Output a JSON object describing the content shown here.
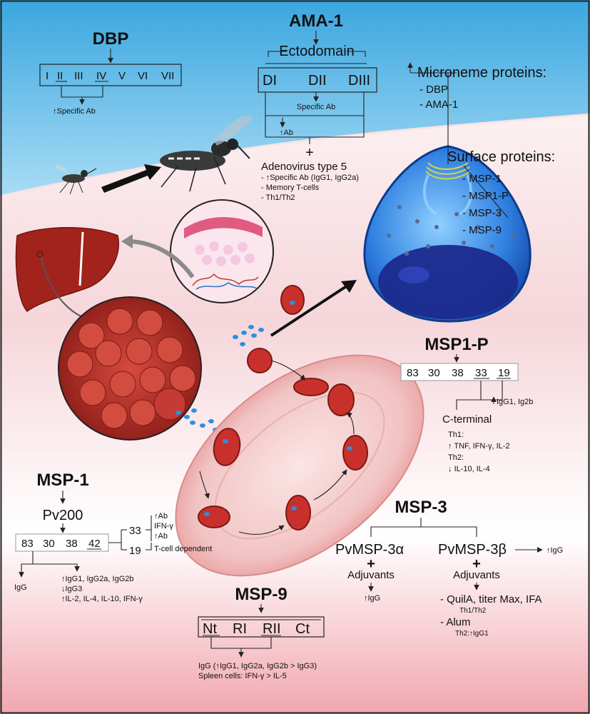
{
  "dbp": {
    "title": "DBP",
    "domains": [
      "I",
      "II",
      "III",
      "IV",
      "V",
      "VI",
      "VII"
    ],
    "note": "Specific Ab"
  },
  "ama1": {
    "title": "AMA-1",
    "ectodomain": "Ectodomain",
    "domains": [
      "DI",
      "DII",
      "DIII"
    ],
    "specific_ab": "Specific Ab",
    "ab": "Ab",
    "plus": "+",
    "adeno": "Adenovirus type 5",
    "effects": [
      "- ↑Specific Ab (IgG1, IgG2a)",
      "- Memory T-cells",
      "- Th1/Th2"
    ]
  },
  "microneme": {
    "title": "Microneme proteins:",
    "items": [
      "- DBP",
      "- AMA-1"
    ]
  },
  "surface": {
    "title": "Surface proteins:",
    "items": [
      "- MSP-1",
      "- MSP1-P",
      "- MSP-3",
      "- MSP-9"
    ]
  },
  "msp1p": {
    "title": "MSP1-P",
    "segments": [
      "83",
      "30",
      "38",
      "33",
      "19"
    ],
    "ig": "IgG1, Ig2b",
    "cterm": "C-terminal",
    "th1": "Th1:",
    "th1_items": "TNF, IFN-γ, IL-2",
    "th2": "Th2:",
    "th2_items": "IL-10, IL-4"
  },
  "msp1": {
    "title": "MSP-1",
    "pv200": "Pv200",
    "segments": [
      "83",
      "30",
      "38",
      "42"
    ],
    "sub33": "33",
    "sub19": "19",
    "ab1": "Ab",
    "ifn": "IFN-γ",
    "ab2": "Ab",
    "tcell": "T-cell dependent",
    "igg": "IgG",
    "effects": [
      "IgG1, IgG2a, IgG2b",
      "IgG3",
      "IL-2, IL-4, IL-10, IFN-γ"
    ]
  },
  "msp3": {
    "title": "MSP-3",
    "alpha": "PvMSP-3α",
    "beta": "PvMSP-3β",
    "plus": "+",
    "adjuvants": "Adjuvants",
    "alpha_igg": "IgG",
    "beta_igg": "IgG",
    "quila": "- QuilA, titer Max, IFA",
    "th1th2": "Th1/Th2",
    "alum": "- Alum",
    "th2": "Th2:",
    "th2_igg": "IgG1"
  },
  "msp9": {
    "title": "MSP-9",
    "domains": [
      "Nt",
      "RI",
      "RII",
      "Ct"
    ],
    "igg": "IgG (↑IgG1, IgG2a, IgG2b > IgG3)",
    "spleen": "Spleen cells: IFN-γ > IL-5"
  },
  "colors": {
    "sky": "#5fb6e6",
    "skin": "#f2c6cc",
    "rbc": "#c9302c",
    "merozoite": "#2b6fd6"
  },
  "icons": [
    "mosquito-icon",
    "liver-icon",
    "hepatocyte-icon",
    "skin-icon",
    "merozoite-icon",
    "red-blood-cell-icon"
  ]
}
